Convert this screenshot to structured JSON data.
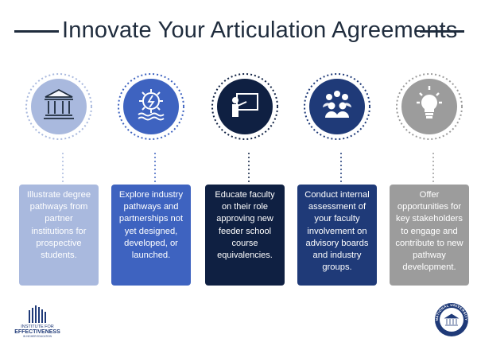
{
  "title": "Innovate Your Articulation Agreements",
  "columns": [
    {
      "icon": "bank-icon",
      "color": "#a9b9de",
      "text": "Illustrate degree pathways from partner institutions for prospective students."
    },
    {
      "icon": "industry-gear-icon",
      "color": "#3e63c0",
      "text": "Explore industry pathways and partnerships not yet designed, developed, or launched."
    },
    {
      "icon": "teacher-board-icon",
      "color": "#0f2042",
      "text": "Educate faculty on their role approving new feeder school course equivalencies."
    },
    {
      "icon": "group-people-icon",
      "color": "#1f3a78",
      "text": "Conduct internal assessment of your faculty involvement on advisory boards and industry groups."
    },
    {
      "icon": "lightbulb-icon",
      "color": "#9c9c9c",
      "text": "Offer opportunities for key stakeholders to engage and contribute to new pathway development."
    }
  ],
  "footer": {
    "logo_line1": "INSTITUTE FOR",
    "logo_line2": "EFFECTIVENESS",
    "logo_line3": "IN HIGHER EDUCATION",
    "seal_text": "NATIONAL UNIVERSITY"
  }
}
